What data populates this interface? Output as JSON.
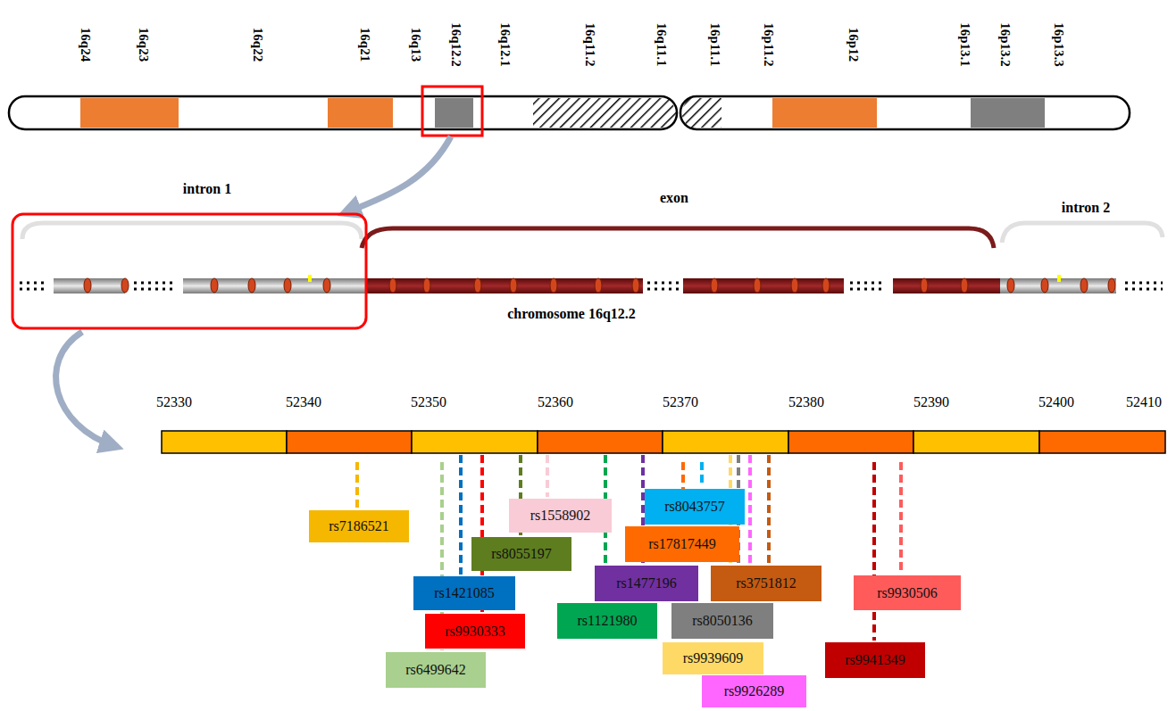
{
  "diagram": {
    "nodes": [
      {
        "text": [
          "rs8043757"
        ]
      },
      {
        "text": [
          "rs1558902"
        ]
      },
      {
        "text": [
          "rs7186521"
        ]
      },
      {
        "text": [
          "rs17817449"
        ]
      },
      {
        "text": [
          "rs8055197"
        ]
      },
      {
        "text": [
          "rs1477196"
        ]
      },
      {
        "text": [
          "rs3751812"
        ]
      },
      {
        "text": [
          "rs1421085"
        ]
      },
      {
        "text": [
          "rs9930506"
        ]
      },
      {
        "text": [
          "rs8050136"
        ]
      },
      {
        "text": [
          "rs1121980"
        ]
      },
      {
        "text": [
          "rs9930333"
        ]
      },
      {
        "text": [
          "rs9941349"
        ]
      },
      {
        "text": [
          "rs9939609"
        ]
      },
      {
        "text": [
          "rs6499642"
        ]
      },
      {
        "text": [
          "rs9926289"
        ]
      }
    ],
    "labels": [
      "16q24",
      "16q23",
      "16q22",
      "16q21",
      "16q13",
      "16q12.2",
      "16q12.1",
      "16q11.2",
      "16q11.1",
      "16p11.1",
      "16p11.2",
      "16p12",
      "16p13.1",
      "16p13.2",
      "16p13.3",
      "intron 1",
      "exon",
      "intron 2",
      "chromosome 16q12.2",
      "52330",
      "52340",
      "52350",
      "52360",
      "52370",
      "52380",
      "52390",
      "52400",
      "52410"
    ]
  }
}
